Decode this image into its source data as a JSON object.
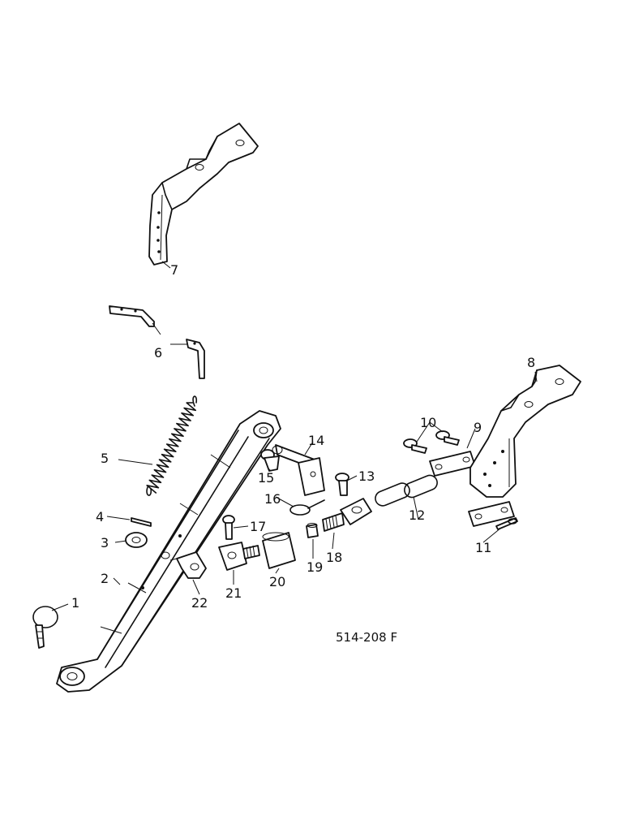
{
  "diagram": {
    "reference": "514-208 F",
    "callouts": {
      "c1": "1",
      "c2": "2",
      "c3": "3",
      "c4": "4",
      "c5": "5",
      "c6": "6",
      "c7": "7",
      "c8": "8",
      "c9": "9",
      "c10": "10",
      "c11": "11",
      "c12": "12",
      "c13": "13",
      "c14": "14",
      "c15": "15",
      "c16": "16",
      "c17": "17",
      "c18": "18",
      "c19": "19",
      "c20": "20",
      "c21": "21",
      "c22": "22"
    }
  }
}
